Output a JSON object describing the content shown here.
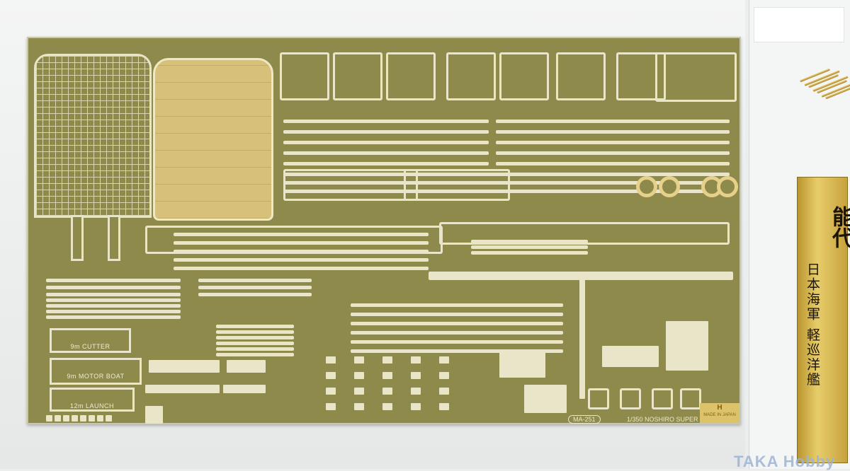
{
  "sheet": {
    "product_code": "MA-251",
    "title": "1/350 NOSHIRO SUPER",
    "maker_logo": "Hasegawa",
    "made_in": "MADE IN JAPAN",
    "boats": [
      {
        "label": "9m CUTTER"
      },
      {
        "label": "9m MOTOR BOAT"
      },
      {
        "label": "12m LAUNCH"
      }
    ],
    "colors": {
      "fret": "#8d8a4c",
      "parts": "#e9e5c8",
      "brass": "#d6c07a"
    }
  },
  "nameplate": {
    "type": "日本海軍 軽巡洋艦",
    "name": "能代"
  },
  "watermark": "TAKA Hobby"
}
